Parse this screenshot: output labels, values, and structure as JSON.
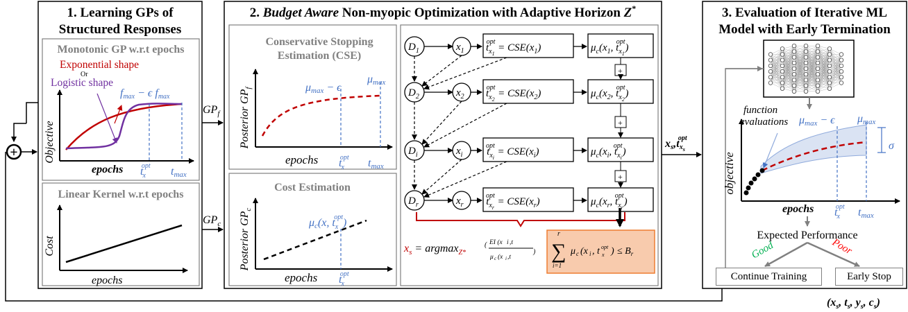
{
  "panel1": {
    "title_line1": "1. Learning GPs of",
    "title_line2": "Structured Responses",
    "monotonic": {
      "title": "Monotonic GP w.r.t epochs",
      "exp_label": "Exponential shape",
      "or_label": "Or",
      "log_label": "Logistic shape",
      "ylabel": "Objective",
      "xlabel": "epochs",
      "fmax_eps": "f",
      "fmax_eps_sub": "max",
      "fmax_eps_rest": " − ϵ f",
      "fmax_sub": "max",
      "topt": "t",
      "topt_sub": "x",
      "topt_sup": "opt",
      "tmax": "t",
      "tmax_sub": "max"
    },
    "linear": {
      "title": "Linear Kernel w.r.t epochs",
      "ylabel": "Cost",
      "xlabel": "epochs"
    }
  },
  "arrows": {
    "gpf": "GP",
    "gpf_sub": "f",
    "gpc": "GP",
    "gpc_sub": "c",
    "xs": "x",
    "xs_sub": "s",
    "xs_t": ",t",
    "xs_t_sub": "x",
    "xs_t_subsub": "s",
    "xs_t_sup": "opt",
    "bottom": "(x",
    "bottom_parts": [
      "s",
      ", t",
      "s",
      ", y",
      "s",
      ", c",
      "s",
      ")"
    ]
  },
  "panel2": {
    "title_num": "2. ",
    "title_it": "Budget Aware",
    "title_rest": " Non-myopic Optimization with Adaptive Horizon ",
    "title_z": "Z",
    "title_star": "*",
    "cse": {
      "title1": "Conservative Stopping",
      "title2": "Estimation (CSE)",
      "ylabel": "Posterior GP",
      "ylabel_sub": "f",
      "xlabel": "epochs",
      "mu_eps": "μ",
      "mu_eps_sub": "max",
      "mu_eps_rest": " − ϵ",
      "mu": "μ",
      "mu_sub": "max",
      "topt": "t",
      "topt_sub": "x",
      "topt_sup": "opt",
      "tmax": "t",
      "tmax_sub": "max"
    },
    "cost": {
      "title": "Cost Estimation",
      "ylabel": "Posterior GP",
      "ylabel_sub": "c",
      "xlabel": "epochs",
      "mu": "μ",
      "mu_sub": "c",
      "mu_args": "(x, t",
      "mu_args_sub": "x",
      "mu_args_sup": "opt",
      "mu_close": ")",
      "topt": "t",
      "topt_sub": "x",
      "topt_sup": "opt"
    },
    "rows": [
      {
        "d": "D",
        "d_sub": "1",
        "x": "x",
        "x_sub": "1",
        "idx": "1"
      },
      {
        "d": "D",
        "d_sub": "2",
        "x": "x",
        "x_sub": "2",
        "idx": "2"
      },
      {
        "d": "D",
        "d_sub": "i",
        "x": "x",
        "x_sub": "i",
        "idx": "i"
      },
      {
        "d": "D",
        "d_sub": "r",
        "x": "x",
        "x_sub": "r",
        "idx": "r"
      }
    ],
    "cse_fn": "= CSE(x",
    "mu_fn": "μ",
    "plus": "+",
    "formula": {
      "xs": "x",
      "xs_sub": "s",
      "eq": " = argmax",
      "z": "Z*",
      "ei": "EI (x",
      "sum_top": "r",
      "sum_bot": "i=1",
      "le": "≤ B",
      "le_sub": "r"
    }
  },
  "panel3": {
    "title_line1": "3. Evaluation of Iterative ML",
    "title_line2": "Model with Early Termination",
    "fe_line1": "function",
    "fe_line2": "evaluations",
    "ylabel": "objective",
    "xlabel": "epochs",
    "mu_eps": "μ",
    "mu_eps_sub": "max",
    "mu_eps_rest": " − ϵ",
    "mu": "μ",
    "mu_sub": "max",
    "sigma": "σ",
    "topt": "t",
    "topt_sub": "x",
    "topt_sup": "opt",
    "tmax": "t",
    "tmax_sub": "max",
    "expected": "Expected Performance",
    "good": "Good",
    "poor": "Poor",
    "continue_btn": "Continue Training",
    "early_btn": "Early Stop"
  },
  "colors": {
    "blue": "#4472c4",
    "red": "#c00000",
    "purple": "#7030a0",
    "green": "#00b050",
    "orange_fill": "#f8cbad",
    "orange_stroke": "#ed7d31",
    "gray": "#808080",
    "band": "#dae3f3"
  }
}
